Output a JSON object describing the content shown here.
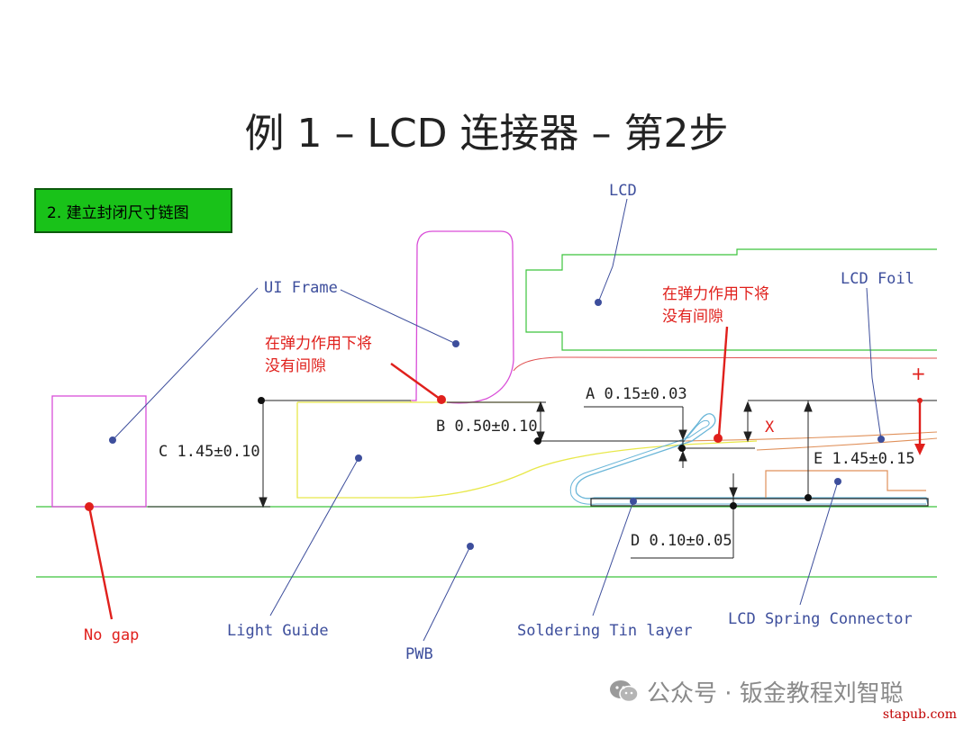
{
  "title": "例 1 – LCD 连接器 – 第2步",
  "step_label": "2.  建立封闭尺寸链图",
  "components": {
    "lcd": "LCD",
    "lcd_foil": "LCD Foil",
    "ui_frame": "UI Frame",
    "light_guide": "Light Guide",
    "pwb": "PWB",
    "soldering_tin_layer": "Soldering Tin layer",
    "lcd_spring_connector": "LCD Spring Connector",
    "no_gap": "No gap"
  },
  "notes": {
    "no_gap_under_spring_1_line1": "在弹力作用下将",
    "no_gap_under_spring_1_line2": "没有间隙",
    "no_gap_under_spring_2_line1": "在弹力作用下将",
    "no_gap_under_spring_2_line2": "没有间隙"
  },
  "dimensions": {
    "a": "A 0.15±0.03",
    "b": "B 0.50±0.10",
    "c": "C 1.45±0.10",
    "d": "D 0.10±0.05",
    "e": "E 1.45±0.15",
    "x": "X",
    "plus": "+"
  },
  "watermark": {
    "text": "公众号 · 钣金教程刘智聪",
    "site": "stapub.com"
  },
  "colors": {
    "label_blue": "#3d4e9c",
    "note_red": "#e0201c",
    "ui_frame_magenta": "#d94ed8",
    "light_guide_yellow": "#e8e84a",
    "lcd_green": "#3cc43c",
    "spring_cyan": "#6ab6d8",
    "spring_connector_orange": "#e0905a",
    "step_green": "#19c219"
  }
}
